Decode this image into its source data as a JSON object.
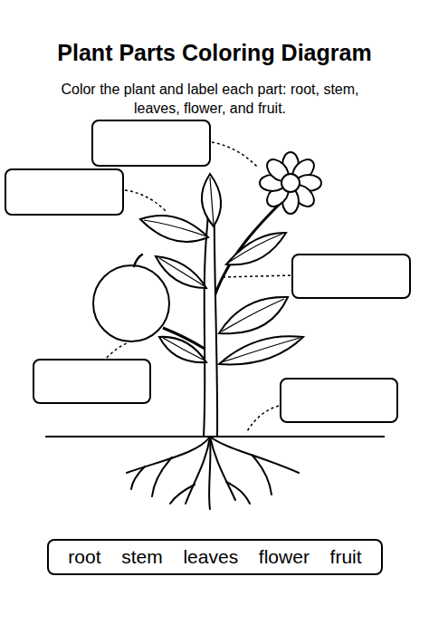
{
  "diagram": {
    "title": "Plant Parts Coloring Diagram",
    "nodes": [
      {
        "text": [
          "root",
          "stem",
          "leaves",
          "flower",
          "fruit"
        ]
      }
    ],
    "labels": [
      "Color the plant and label each part: root, stem, leaves, flower, and fruit."
    ]
  }
}
